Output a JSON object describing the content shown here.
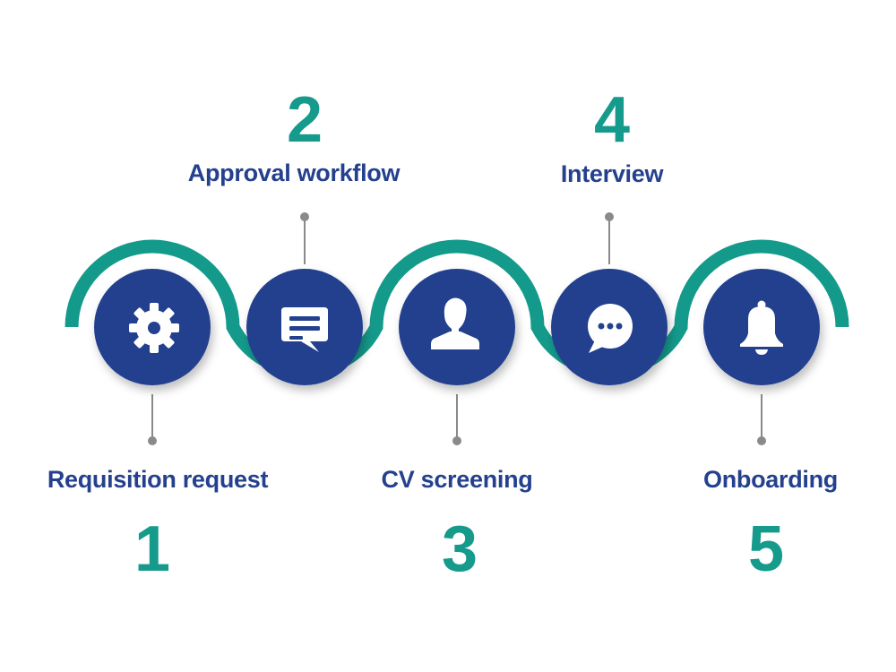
{
  "colors": {
    "wave": "#149a8b",
    "circle": "#23418e",
    "connector": "#8a8a8a",
    "number": "#159a8c",
    "label": "#24408e"
  },
  "steps": [
    {
      "number": "1",
      "label": "Requisition request",
      "icon": "gear-icon"
    },
    {
      "number": "2",
      "label": "Approval workflow",
      "icon": "message-icon"
    },
    {
      "number": "3",
      "label": "CV screening",
      "icon": "person-icon"
    },
    {
      "number": "4",
      "label": "Interview",
      "icon": "chat-bubble-icon"
    },
    {
      "number": "5",
      "label": "Onboarding",
      "icon": "bell-icon"
    }
  ]
}
